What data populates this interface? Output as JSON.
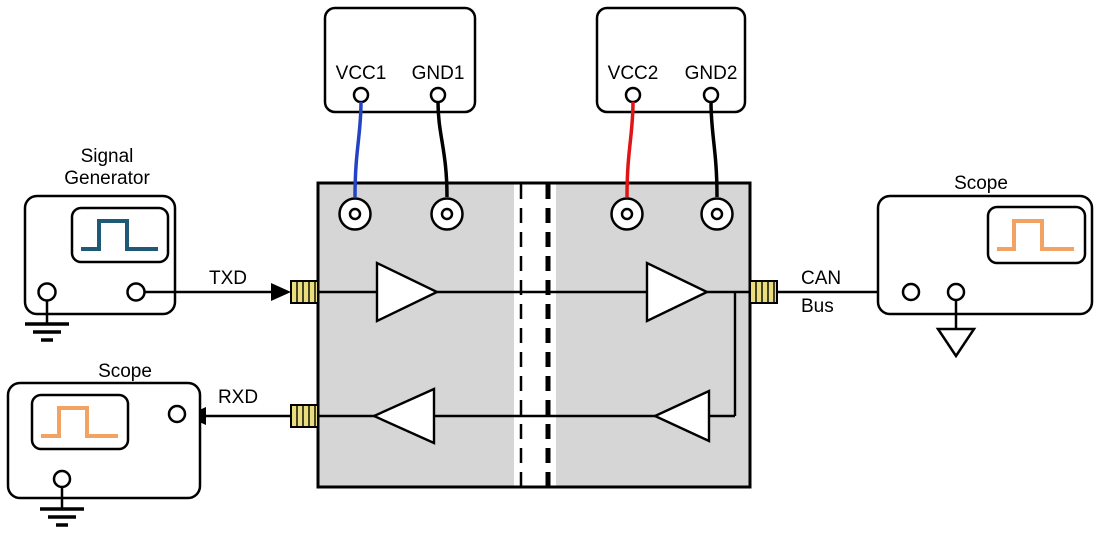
{
  "labels": {
    "power_supply_1": {
      "vcc": "VCC1",
      "gnd": "GND1"
    },
    "power_supply_2": {
      "vcc": "VCC2",
      "gnd": "GND2"
    },
    "signal_generator": {
      "line1": "Signal",
      "line2": "Generator"
    },
    "scope_bottom": "Scope",
    "scope_right": "Scope",
    "txd": "TXD",
    "rxd": "RXD",
    "can_bus": {
      "line1": "CAN",
      "line2": "Bus"
    }
  },
  "colors": {
    "vcc1_wire": "#2343c3",
    "vcc2_wire": "#e01414",
    "gnd_wire": "#000000",
    "block_fill": "#d6d6d6",
    "connector_fill": "#eadd7e",
    "signal_generator_pulse": "#1e5a75",
    "scope_pulse": "#f2a263"
  },
  "icons": {
    "signal_generator_waveform": "pulse-step-icon",
    "scope_bottom_waveform": "pulse-step-icon",
    "scope_right_waveform": "pulse-step-icon",
    "earth_ground": "three-bar-ground-icon",
    "chassis_ground": "open-triangle-ground-icon"
  }
}
